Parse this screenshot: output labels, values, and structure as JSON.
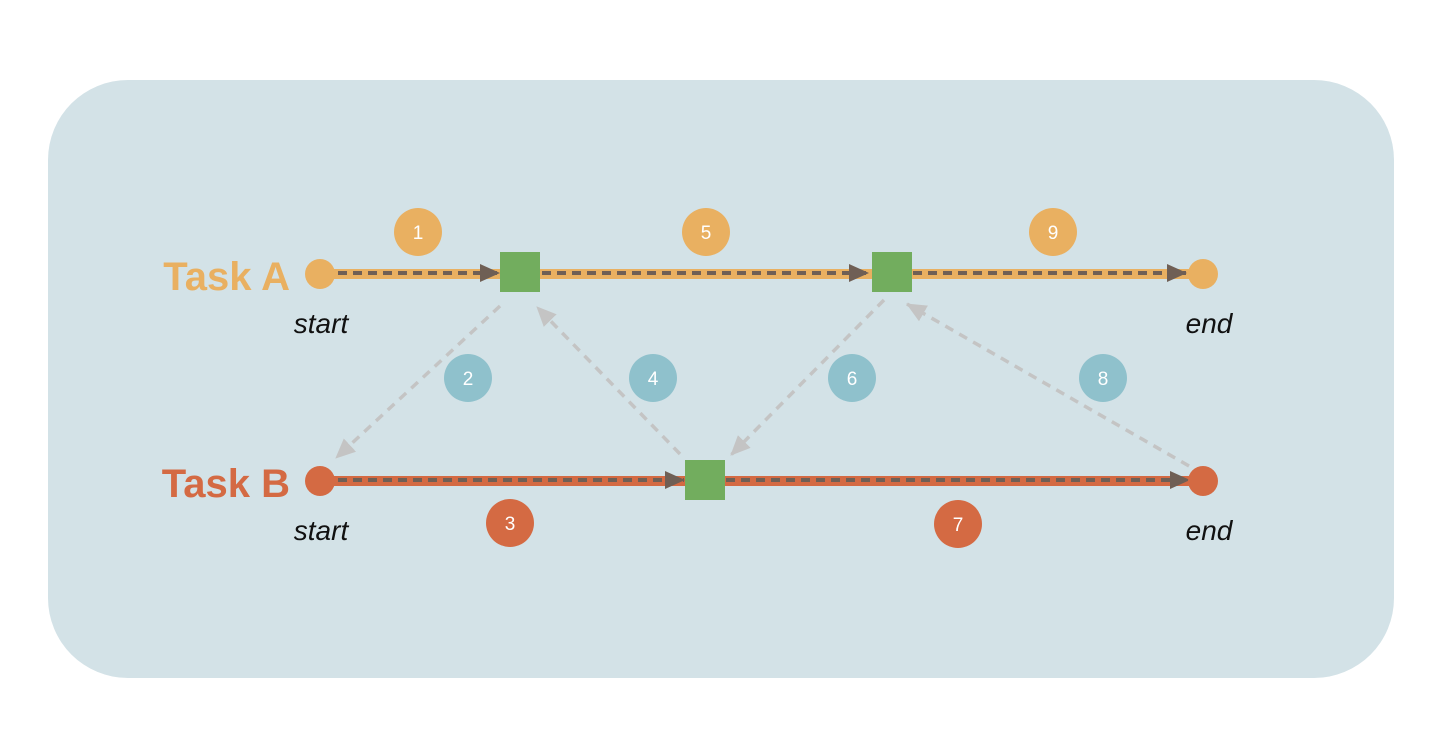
{
  "colors": {
    "background": "#d3e2e7",
    "task_a": "#e9b061",
    "task_b": "#d46a43",
    "sync": "#72ad5e",
    "handoff": "#8fc1cc",
    "handoff_arrow": "#c4c4c4",
    "flow_arrow": "#6f5f55"
  },
  "tasks": [
    {
      "label": "Task A",
      "start_label": "start",
      "end_label": "end"
    },
    {
      "label": "Task B",
      "start_label": "start",
      "end_label": "end"
    }
  ],
  "steps": {
    "a1": "1",
    "b2": "2",
    "c3": "3",
    "d4": "4",
    "e5": "5",
    "f6": "6",
    "g7": "7",
    "h8": "8",
    "i9": "9"
  }
}
